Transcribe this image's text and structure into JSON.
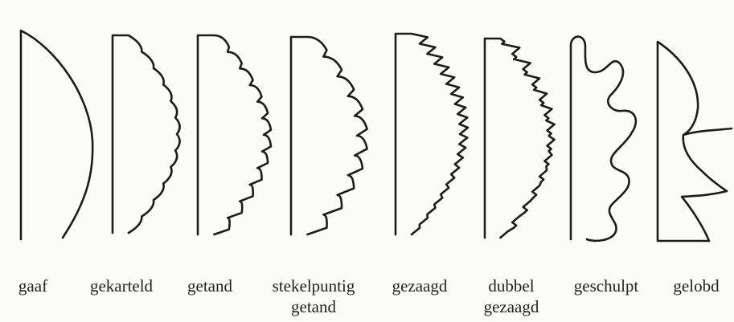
{
  "labels": {
    "gaaf": "gaaf",
    "gekarteld": "gekarteld",
    "getand": "getand",
    "stekelpuntig_getand": "stekelpuntig\ngetand",
    "gezaagd": "gezaagd",
    "dubbel_gezaagd": "dubbel\ngezaagd",
    "geschulpt": "geschulpt",
    "gelobd": "gelobd"
  }
}
